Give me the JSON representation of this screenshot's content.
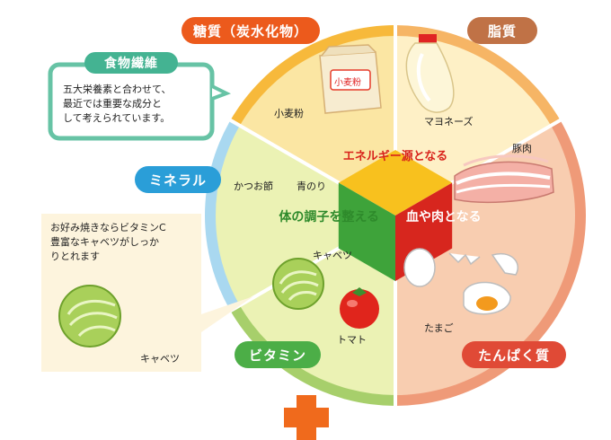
{
  "categories": {
    "carbohydrate": {
      "label": "糖質（炭水化物）",
      "color": "#ec5a1c"
    },
    "lipid": {
      "label": "脂質",
      "color": "#c07246"
    },
    "protein": {
      "label": "たんぱく質",
      "color": "#e04a36"
    },
    "vitamin": {
      "label": "ビタミン",
      "color": "#4cae47"
    },
    "mineral": {
      "label": "ミネラル",
      "color": "#2a9ed8"
    }
  },
  "roles": {
    "energy": "エネルギー源となる",
    "blood_meat": "血や肉となる",
    "body_condition": "体の調子を整える"
  },
  "foods": {
    "flour": "小麦粉",
    "flour_bag_text": "小麦粉",
    "mayonnaise": "マヨネーズ",
    "pork": "豚肉",
    "egg": "たまご",
    "bonito": "かつお節",
    "aonori": "青のり",
    "cabbage": "キャベツ",
    "tomato": "トマト"
  },
  "fiber_note": {
    "title": "食物繊維",
    "text_lines": [
      "五大栄養素と合わせて、",
      "最近では重要な成分と",
      "して考えられています。"
    ]
  },
  "cabbage_note": {
    "text_lines": [
      "お好み焼きならビタミンC",
      "豊富なキャベツがしっか",
      "りとれます"
    ],
    "caption": "キャベツ"
  }
}
